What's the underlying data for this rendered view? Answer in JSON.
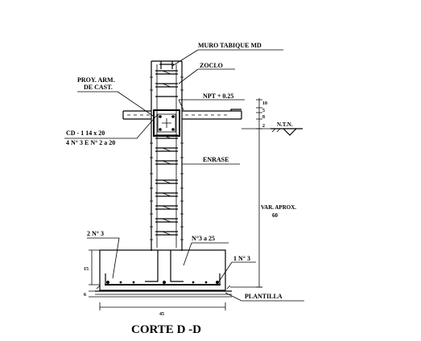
{
  "drawing": {
    "title": "CORTE  D -D",
    "labels": {
      "muro": "MURO TABIQUE MD",
      "zoclo": "ZOCLO",
      "proy_line1": "PROY. ARM.",
      "proy_line2": "DE CAST.",
      "npt": "NPT + 0.25",
      "ntn": "N.T.N.",
      "cd_line1": "CD - 1   14 x 20",
      "cd_line2": "4 N° 3 E N° 2 a 20",
      "enrase": "ENRASE",
      "var_line1": "VAR. APROX.",
      "var_line2": "60",
      "n2": "2 N° 3",
      "n3a25": "N°3 a  25",
      "n1": "1 N° 3",
      "plantilla": "PLANTILLA"
    },
    "dimensions": {
      "d10": "10",
      "d5": "5",
      "d8": "8",
      "d2": "2",
      "d15": "15",
      "d6": "6",
      "d45": "45"
    }
  }
}
